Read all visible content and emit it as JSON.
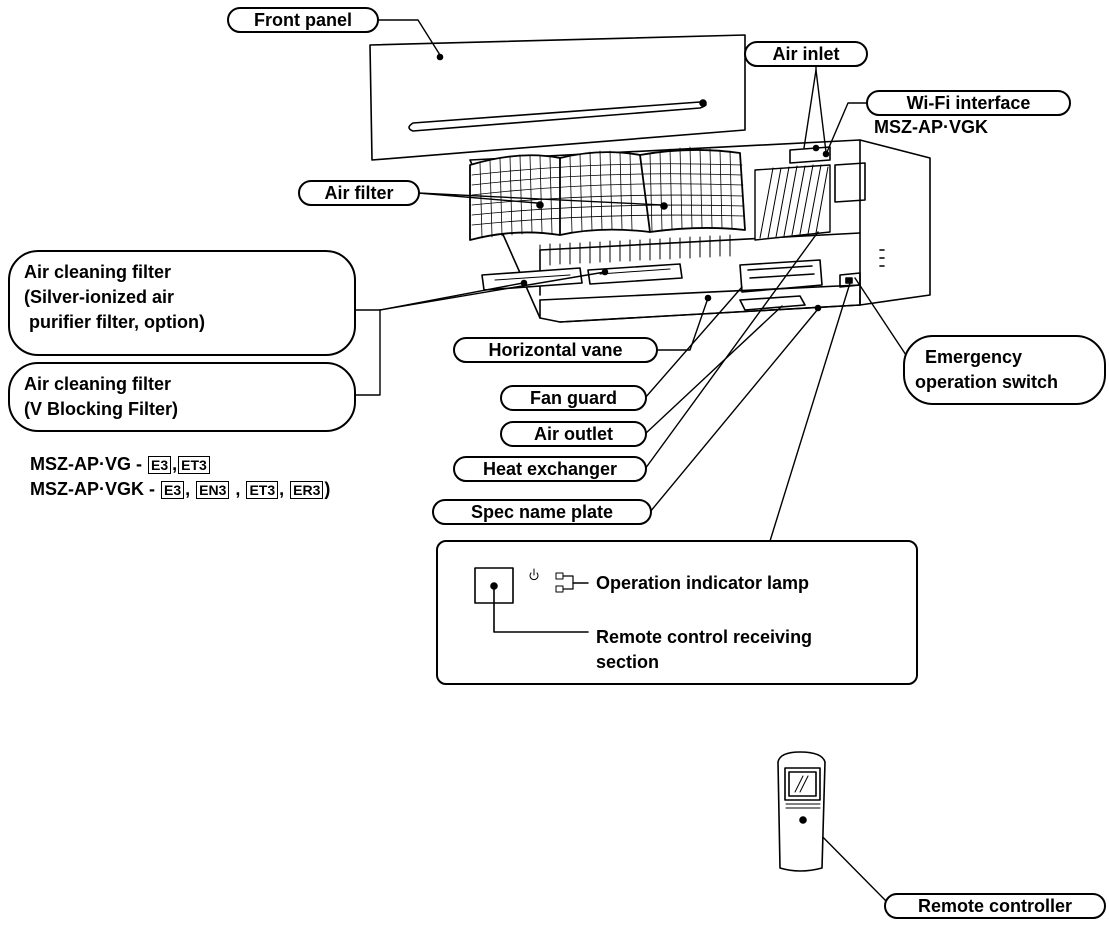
{
  "labels": {
    "front_panel": "Front panel",
    "air_inlet": "Air inlet",
    "wifi_interface": "Wi-Fi interface",
    "wifi_model": "MSZ-AP·VGK",
    "air_filter": "Air filter",
    "air_cleaning_filter_silver_l1": "Air cleaning filter",
    "air_cleaning_filter_silver_l2": "(Silver-ionized air",
    "air_cleaning_filter_silver_l3": " purifier filter, option)",
    "air_cleaning_filter_v_l1": "Air cleaning filter",
    "air_cleaning_filter_v_l2": "(V Blocking Filter)",
    "horizontal_vane": "Horizontal vane",
    "fan_guard": "Fan guard",
    "air_outlet": "Air outlet",
    "heat_exchanger": "Heat exchanger",
    "spec_name_plate": "Spec name plate",
    "emergency_l1": "Emergency",
    "emergency_l2": "operation switch",
    "operation_indicator_lamp": "Operation indicator lamp",
    "remote_receiving_l1": "Remote control receiving",
    "remote_receiving_l2": "section",
    "remote_controller": "Remote controller"
  },
  "models": {
    "line1_prefix": "MSZ-AP·VG - ",
    "line1_codes": [
      "E3",
      "ET3"
    ],
    "line2_prefix": "MSZ-AP·VGK - ",
    "line2_codes": [
      "E3",
      "EN3",
      "ET3",
      "ER3"
    ],
    "line2_suffix": ")",
    "separator": ","
  },
  "icons": {
    "power": "power-icon",
    "lamp": "indicator-lamp-icon"
  },
  "colors": {
    "line": "#000000",
    "background": "#ffffff"
  }
}
